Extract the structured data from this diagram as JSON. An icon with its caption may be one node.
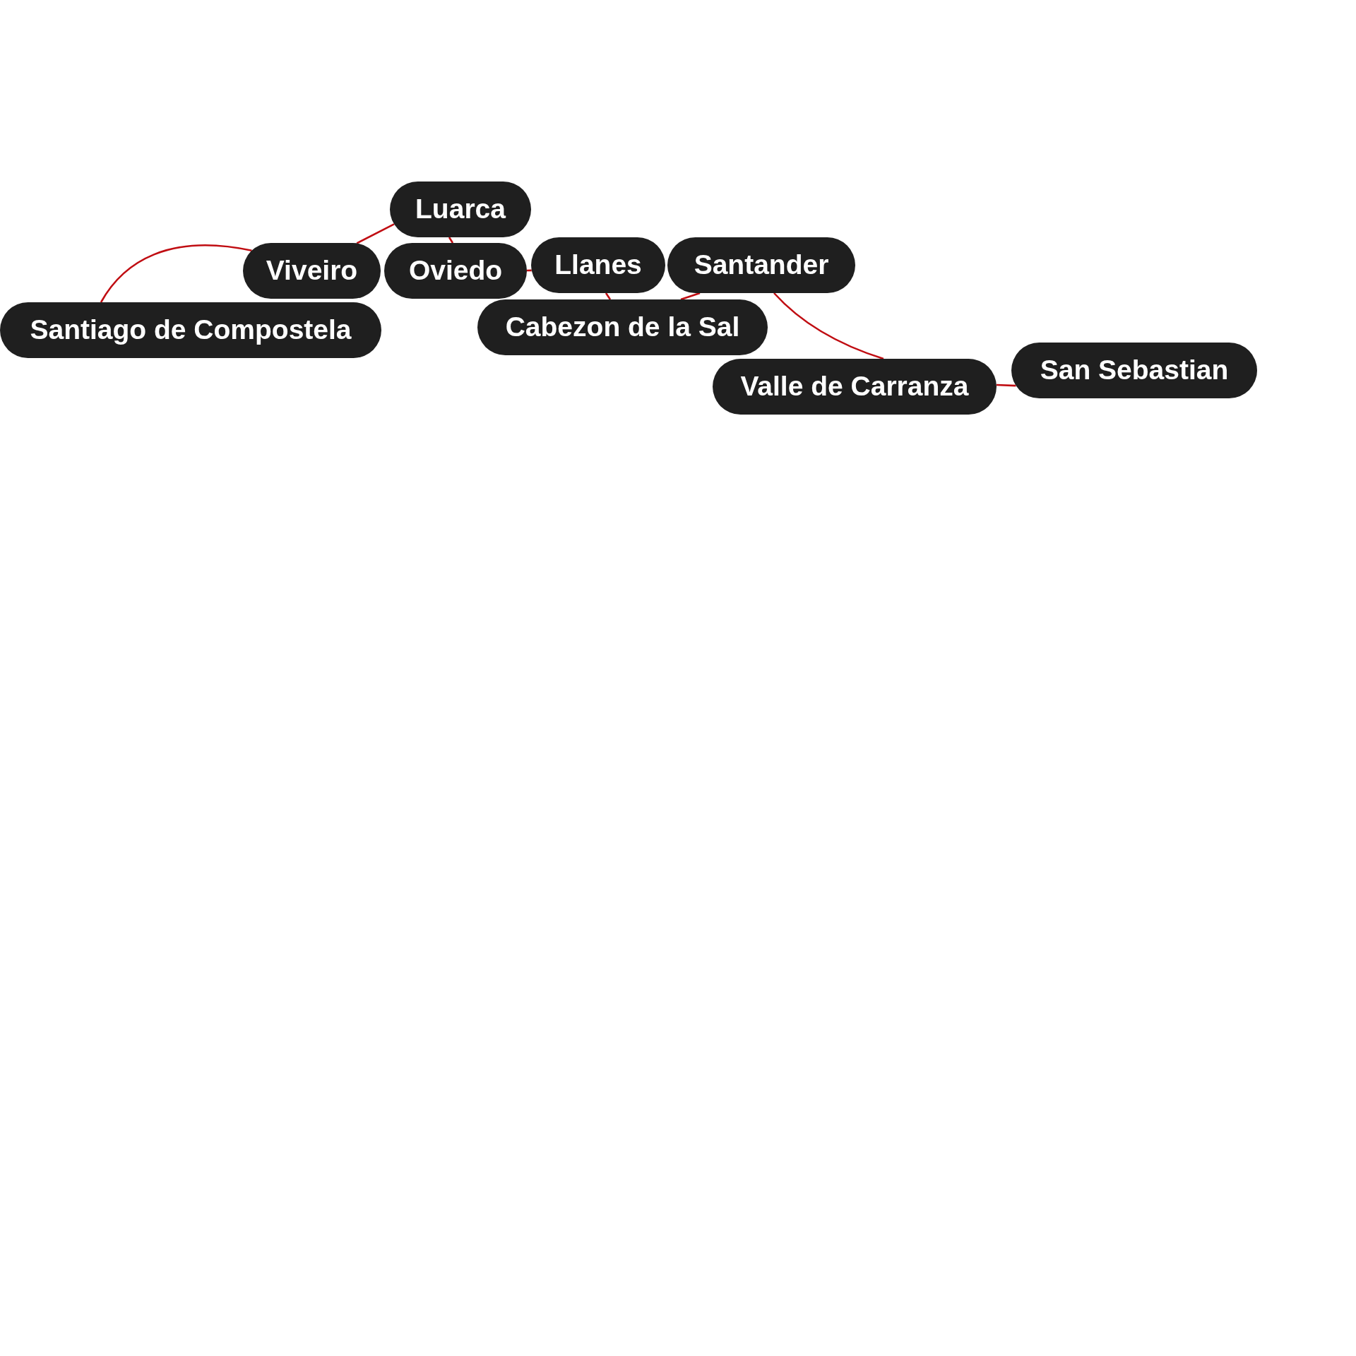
{
  "diagram": {
    "nodes": [
      {
        "text": [
          "Santiago de Compostela"
        ]
      },
      {
        "text": [
          "Viveiro"
        ]
      },
      {
        "text": [
          "Luarca"
        ]
      },
      {
        "text": [
          "Oviedo"
        ]
      },
      {
        "text": [
          "Llanes"
        ]
      },
      {
        "text": [
          "Cabezon de la Sal"
        ]
      },
      {
        "text": [
          "Santander"
        ]
      },
      {
        "text": [
          "Valle de Carranza"
        ]
      },
      {
        "text": [
          "San Sebastian"
        ]
      }
    ],
    "edges": [
      {
        "from": 0,
        "to": 1,
        "arrow": "none"
      },
      {
        "from": 1,
        "to": 2,
        "arrow": "none"
      },
      {
        "from": 2,
        "to": 3,
        "arrow": "none"
      },
      {
        "from": 3,
        "to": 4,
        "arrow": "none"
      },
      {
        "from": 4,
        "to": 5,
        "arrow": "none"
      },
      {
        "from": 5,
        "to": 6,
        "arrow": "none"
      },
      {
        "from": 6,
        "to": 7,
        "arrow": "none"
      },
      {
        "from": 7,
        "to": 8,
        "arrow": "none"
      }
    ]
  }
}
